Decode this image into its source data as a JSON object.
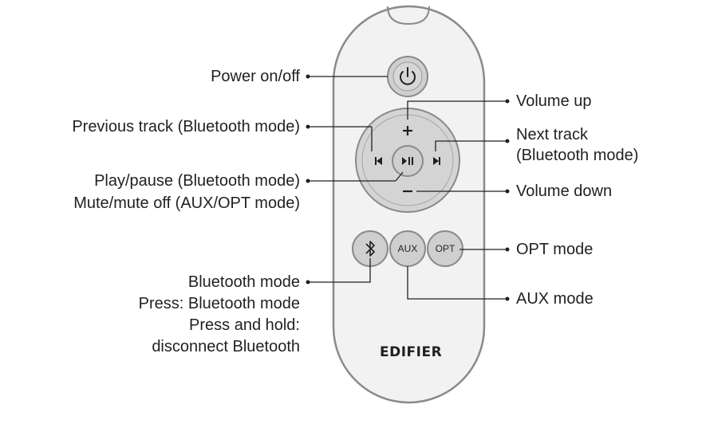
{
  "brand": "EDIFIER",
  "buttons": {
    "aux": "AUX",
    "opt": "OPT"
  },
  "icons": [
    "power-icon",
    "bluetooth-icon",
    "previous-track-icon",
    "next-track-icon",
    "play-pause-icon",
    "volume-up-icon",
    "volume-down-icon"
  ],
  "labels": {
    "power": [
      "Power on/off"
    ],
    "previous": [
      "Previous track (Bluetooth mode)"
    ],
    "play": [
      "Play/pause (Bluetooth mode)",
      "Mute/mute off (AUX/OPT mode)"
    ],
    "bluetooth": [
      "Bluetooth mode",
      "Press: Bluetooth mode",
      "Press and hold:",
      "disconnect Bluetooth"
    ],
    "volume_up": [
      "Volume up"
    ],
    "next": [
      "Next track",
      "(Bluetooth mode)"
    ],
    "volume_down": [
      "Volume down"
    ],
    "opt": [
      "OPT mode"
    ],
    "aux": [
      "AUX mode"
    ]
  },
  "colors": {
    "outline": "#231f20",
    "remote_fill": "#f2f2f2",
    "remote_stroke": "#8a8a8a",
    "button_fill": "#cfcfcf",
    "dpad_fill": "#d4d4d4"
  }
}
